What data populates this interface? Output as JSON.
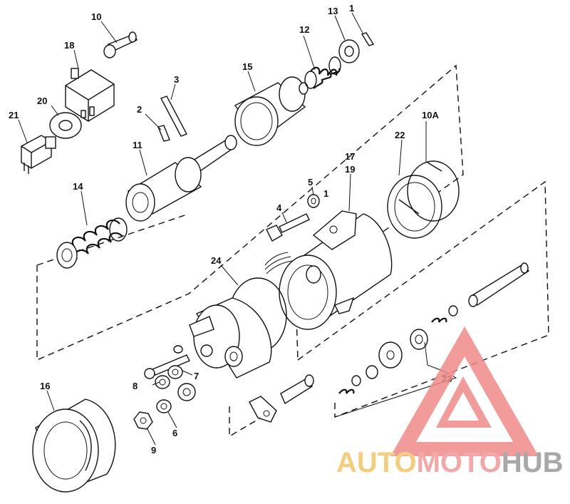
{
  "diagram": {
    "part_labels": {
      "p1": "1",
      "p2": "2",
      "p3": "3",
      "p4": "4",
      "p5": "5",
      "p6": "6",
      "p7": "7",
      "p8": "8",
      "p9": "9",
      "p10": "10",
      "p10a": "10A",
      "p11": "11",
      "p12": "12",
      "p13": "13",
      "p14": "14",
      "p15": "15",
      "p16": "16",
      "p17": "17",
      "p18": "18",
      "p19": "19",
      "p20": "20",
      "p21": "21",
      "p22": "22",
      "p23": "23",
      "p24": "24",
      "p1b": "1"
    }
  },
  "watermark": {
    "word_auto": "AUTO",
    "word_moto": "MOTO",
    "word_hub": "HUB",
    "colors": {
      "auto": "#f2c56b",
      "moto": "#f09a9a",
      "hub": "#9a9a9a",
      "triangle": "#f08a8a"
    }
  }
}
